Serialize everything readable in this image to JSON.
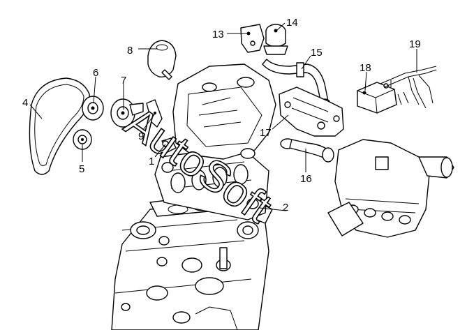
{
  "watermark": "AutoSoft",
  "callouts": {
    "c1": "1",
    "c2": "2",
    "c4": "4",
    "c5": "5",
    "c6": "6",
    "c7": "7",
    "c8": "8",
    "c9": "9",
    "c13": "13",
    "c14": "14",
    "c15": "15",
    "c16": "16",
    "c17": "17",
    "c18": "18",
    "c19": "19"
  },
  "colors": {
    "line": "#000000",
    "background": "#ffffff"
  }
}
